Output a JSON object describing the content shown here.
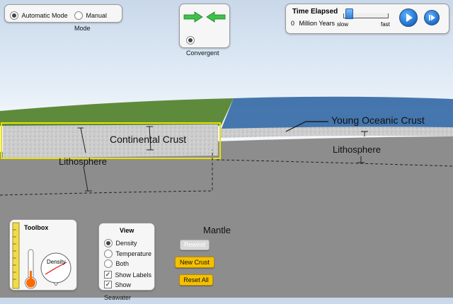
{
  "mode": {
    "automatic_label": "Automatic Mode",
    "manual_label": "Manual Mode",
    "selected": "automatic"
  },
  "boundary": {
    "type_label": "Convergent",
    "arrow_color": "#3cc24a"
  },
  "time": {
    "title": "Time Elapsed",
    "value": "0",
    "units": "Million Years",
    "slow_label": "slow",
    "fast_label": "fast",
    "speed_fraction": 0.05
  },
  "scene": {
    "labels": {
      "continental_crust": "Continental Crust",
      "young_oceanic_crust": "Young Oceanic Crust",
      "lithosphere_left": "Lithosphere",
      "lithosphere_right": "Lithosphere",
      "mantle": "Mantle"
    },
    "colors": {
      "land": "#5d8a3a",
      "ocean": "#3a6ea8",
      "crust": "#cfcfcf",
      "mantle": "#8c8c8c",
      "highlight": "#e6e200"
    }
  },
  "toolbox": {
    "title": "Toolbox",
    "gauge_label": "Density"
  },
  "view": {
    "title": "View",
    "options": [
      {
        "label": "Density",
        "selected": true
      },
      {
        "label": "Temperature",
        "selected": false
      },
      {
        "label": "Both",
        "selected": false
      }
    ],
    "show_labels": "Show Labels",
    "show_seawater": "Show Seawater"
  },
  "buttons": {
    "rewind": "Rewind",
    "new_crust": "New Crust",
    "reset_all": "Reset All"
  }
}
